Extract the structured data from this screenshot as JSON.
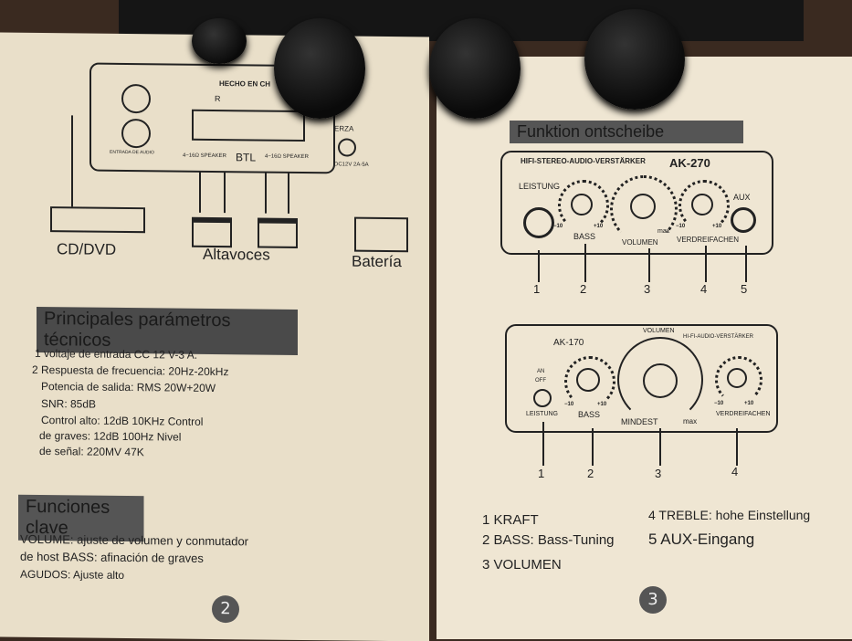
{
  "left_page": {
    "diagram": {
      "made_in": "HECHO EN CH",
      "audio_input": "ENTRADA DE AUDIO",
      "btl": "BTL",
      "speaker_left": "4~16Ω SPEAKER",
      "speaker_right": "4~16Ω SPEAKER",
      "power": "ERZA",
      "dc_label": "DC12V 2A-5A",
      "r": "R",
      "labels": {
        "cd": "CD/DVD",
        "speakers": "Altavoces",
        "battery": "Batería"
      }
    },
    "params_title": "Principales parámetros técnicos",
    "params": [
      "1 voltaje de entrada CC 12 V-3 A.",
      "2 Respuesta de frecuencia: 20Hz-20kHz",
      "Potencia de salida: RMS 20W+20W",
      "SNR: 85dB",
      "Control alto: 12dB 10KHz Control",
      "de graves: 12dB 100Hz Nivel",
      "de señal: 220MV 47K"
    ],
    "functions_title": "Funciones clave",
    "functions": [
      "VOLUME: ajuste de volumen y conmutador",
      "de host BASS: afinación de graves",
      "AGUDOS: Ajuste alto"
    ],
    "page_number": "2"
  },
  "right_page": {
    "title": "Funktion   ontscheibe",
    "ak270": {
      "header": "HIFI-STEREO-AUDIO-VERSTÄRKER",
      "model": "AK-270",
      "power": "LEISTUNG",
      "bass": "BASS",
      "volume": "VOLUMEN",
      "max": "max",
      "treble": "VERDREIFACHEN",
      "aux": "AUX",
      "minus": "−10",
      "plus": "+10",
      "callouts": [
        "1",
        "2",
        "3",
        "4",
        "5"
      ]
    },
    "ak170": {
      "model": "AK-170",
      "volume": "VOLUMEN",
      "header": "HI-FI-AUDIO-VERSTÄRKER",
      "on": "AN",
      "off": "OFF",
      "power": "LEISTUNG",
      "bass": "BASS",
      "min": "MINDEST",
      "max": "max",
      "treble": "VERDREIFACHEN",
      "minus": "−10",
      "plus": "+10",
      "callouts": [
        "1",
        "2",
        "3",
        "4"
      ]
    },
    "legend": [
      "1 KRAFT",
      "2 BASS: Bass-Tuning",
      "3 VOLUMEN",
      "4 TREBLE: hohe Einstellung",
      "5 AUX-Eingang"
    ],
    "page_number": "3"
  }
}
